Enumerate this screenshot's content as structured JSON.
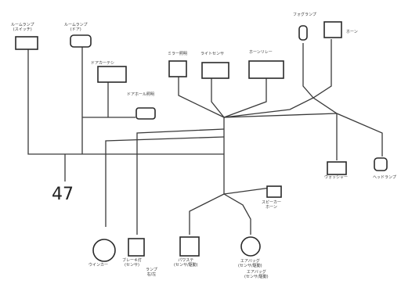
{
  "diagram": {
    "figure_number": "47",
    "labels": {
      "a": "ルームランプ",
      "b": "(スイッチ)",
      "c": "ルームランプ",
      "d": "(ドア)",
      "e": "ドアカーテシ",
      "f": "ドアホール照明",
      "g": "ミラー照明",
      "h": "ライトセンサ",
      "i": "ホーンリレー",
      "j": "フォグランプ",
      "k": "ホーン",
      "l": "ウォッシャー",
      "m": "ヘッドランプ",
      "n": "スピーカー",
      "o": "ホーン",
      "p": "ウインカー",
      "q": "ブレーキ灯",
      "r": "(センサ)",
      "s": "ランプ",
      "t": "右/左",
      "u": "パワステ",
      "v": "(センサ/駆動)",
      "w": "エアバッグ",
      "x": "(センサ/駆動)",
      "y": "エアバッグ",
      "z": "(センサ/駆動)"
    }
  }
}
